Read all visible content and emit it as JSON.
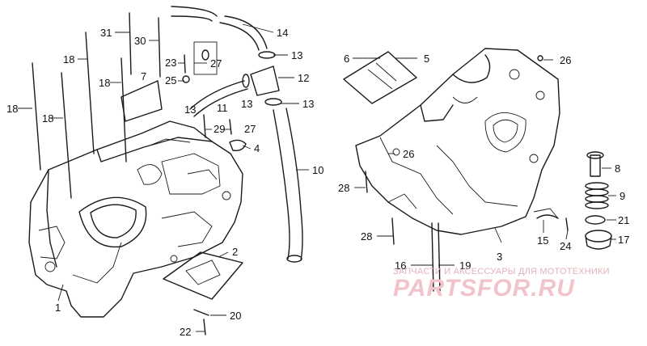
{
  "diagram": {
    "callouts": {
      "c1": "1",
      "c2": "2",
      "c3": "3",
      "c4": "4",
      "c5": "5",
      "c6": "6",
      "c7": "7",
      "c8": "8",
      "c9": "9",
      "c10": "10",
      "c11": "11",
      "c12": "12",
      "c13a": "13",
      "c13b": "13",
      "c13c": "13",
      "c13d": "13",
      "c14": "14",
      "c15": "15",
      "c16": "16",
      "c17": "17",
      "c18a": "18",
      "c18b": "18",
      "c18c": "18",
      "c18d": "18",
      "c19": "19",
      "c20": "20",
      "c21": "21",
      "c22": "22",
      "c23": "23",
      "c24": "24",
      "c25": "25",
      "c26a": "26",
      "c26b": "26",
      "c27a": "27",
      "c27b": "27",
      "c28a": "28",
      "c28b": "28",
      "c29": "29",
      "c30": "30",
      "c31": "31"
    }
  },
  "watermark": {
    "caption": "ЗАПЧАСТИ И АКСЕССУАРЫ ДЛЯ МОТОТЕХНИКИ",
    "logo": "PARTSFOR.RU",
    "color": "#f1c4cb"
  }
}
